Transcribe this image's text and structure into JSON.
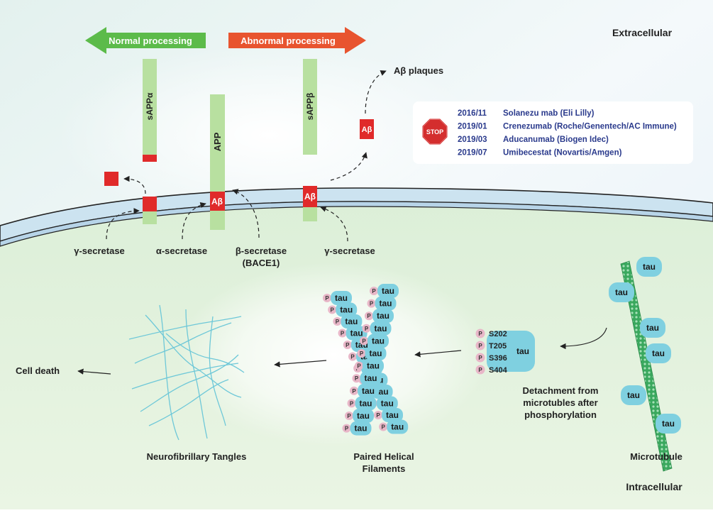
{
  "regions": {
    "extracellular": "Extracellular",
    "intracellular": "Intracellular"
  },
  "arrows": {
    "normal": "Normal processing",
    "abnormal": "Abnormal processing"
  },
  "fragments": {
    "sappa": "sAPPα",
    "app": "APP",
    "sappb": "sAPPβ",
    "ab": "Aβ",
    "ab_plaques": "Aβ plaques"
  },
  "enzymes": {
    "gamma_left": "γ-secretase",
    "alpha": "α-secretase",
    "beta_line1": "β-secretase",
    "beta_line2": "(BACE1)",
    "gamma_right": "γ-secretase"
  },
  "stop_sign": "STOP",
  "trials": [
    {
      "date": "2016/11",
      "drug": "Solanezu mab (Eli Lilly)"
    },
    {
      "date": "2019/01",
      "drug": "Crenezumab (Roche/Genentech/AC Immune)"
    },
    {
      "date": "2019/03",
      "drug": "Aducanumab (Biogen Idec)"
    },
    {
      "date": "2019/07",
      "drug": "Umibecestat (Novartis/Amgen)"
    }
  ],
  "tau_label": "tau",
  "p_label": "P",
  "phospho_sites": [
    "S202",
    "T205",
    "S396",
    "S404"
  ],
  "labels": {
    "cell_death": "Cell death",
    "tangles": "Neurofibrillary Tangles",
    "phf_line1": "Paired Helical",
    "phf_line2": "Filaments",
    "microtubule": "Microtubule",
    "detach_line1": "Detachment from",
    "detach_line2": "microtubles after",
    "detach_line3": "phosphorylation"
  },
  "colors": {
    "normal_arrow": "#5cbb4a",
    "abnormal_arrow": "#e8542f",
    "fragment_green": "#b8e0a0",
    "abeta_red": "#e02a2a",
    "tau_cyan": "#7fd0e0",
    "phospho_pink": "#e8b7c8",
    "membrane_blue": "#cce3f0",
    "microtubule_green": "#3aa85e"
  }
}
